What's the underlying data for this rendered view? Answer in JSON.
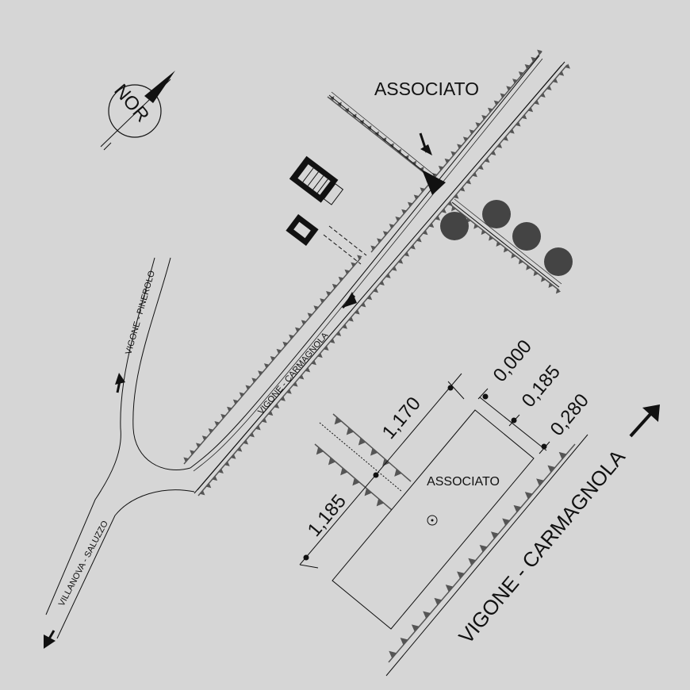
{
  "compass": {
    "label": "NOR"
  },
  "top_plan": {
    "label": "ASSOCIATO",
    "main_road_label": "VIGONE - CARMAGNOLA",
    "left_road_north_label": "VIGONE - PINEROLO",
    "left_road_south_label": "VILLANOVA - SALUZZO"
  },
  "site_plan": {
    "label": "ASSOCIATO",
    "road_label": "VIGONE - CARMAGNOLA",
    "dimensions": [
      "1,170",
      "1,185",
      "0,000",
      "0,185",
      "0,280"
    ]
  },
  "colors": {
    "background": "#d6d6d6",
    "hedge": "#555555",
    "tree": "#444444",
    "ink": "#111111"
  }
}
